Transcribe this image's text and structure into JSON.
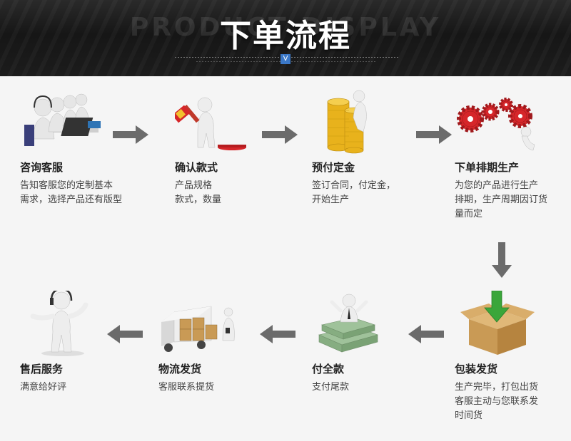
{
  "header": {
    "title": "下单流程",
    "bg_word": "PRODUCT DISPLAY",
    "badge": "V"
  },
  "steps": [
    {
      "name": "咨询客服",
      "desc": "告知客服您的定制基本\n需求，选择产品还有版型",
      "icon": "customer-service-icon"
    },
    {
      "name": "确认款式",
      "desc": "产品规格\n款式，数量",
      "icon": "gavel-icon"
    },
    {
      "name": "预付定金",
      "desc": "签订合同，付定金，\n开始生产",
      "icon": "coin-stack-icon"
    },
    {
      "name": "下单排期生产",
      "desc": "为您的产品进行生产\n排期，生产周期因订货\n量而定",
      "icon": "gears-icon"
    },
    {
      "name": "包装发货",
      "desc": "生产完毕，打包出货\n客服主动与您联系发\n时间货",
      "icon": "package-icon"
    },
    {
      "name": "付全款",
      "desc": "支付尾款",
      "icon": "money-stack-icon"
    },
    {
      "name": "物流发货",
      "desc": "客服联系提货",
      "icon": "delivery-truck-icon"
    },
    {
      "name": "售后服务",
      "desc": "满意给好评",
      "icon": "after-sales-icon"
    }
  ],
  "colors": {
    "arrow": "#6b6b6b",
    "accent_red": "#d6262a",
    "gold": "#e8b21c",
    "box": "#c99a55",
    "green": "#3aa63a"
  }
}
